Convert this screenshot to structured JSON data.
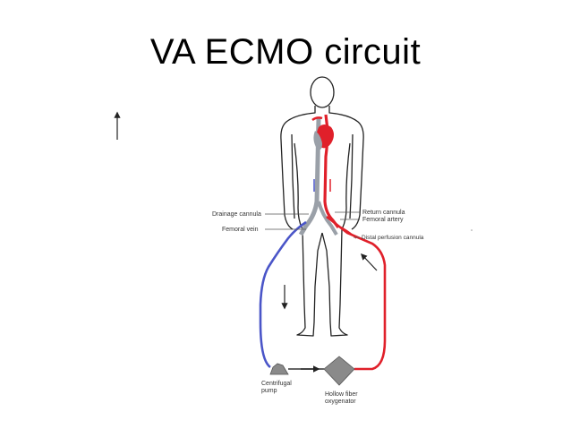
{
  "slide": {
    "title": "VA ECMO circuit"
  },
  "labels": {
    "drainage_cannula": "Drainage cannula",
    "femoral_vein": "Femoral vein",
    "return_cannula": "Return cannula",
    "femoral_artery": "Femoral artery",
    "distal_perfusion_cannula": "Distal perfusion cannula",
    "centrifugal_pump_line1": "Centrifugal",
    "centrifugal_pump_line2": "pump",
    "oxygenator_line1": "Hollow fiber",
    "oxygenator_line2": "oxygenator"
  },
  "colors": {
    "venous": "#4a55c8",
    "arterial": "#e0202a",
    "body_outline": "#222222",
    "vessel_gray": "#9aa0a8",
    "device_gray": "#8a8a8a"
  },
  "icons": [
    "up-arrow-icon",
    "down-arrow-icon",
    "flow-arrow-icon"
  ]
}
